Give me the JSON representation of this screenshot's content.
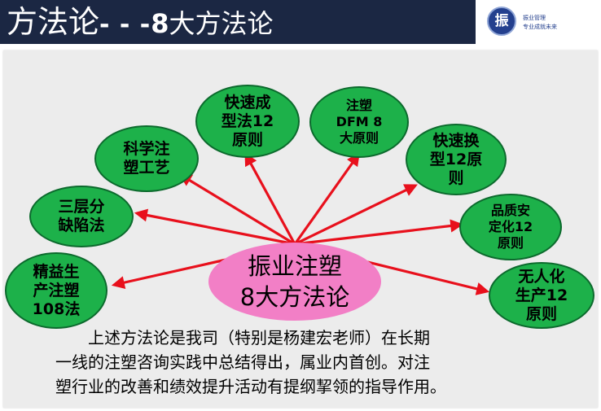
{
  "header": {
    "title_main": "方法论",
    "title_dashes": "- - -",
    "title_num": "8",
    "title_sub": "大方法论",
    "logo_glyph": "振",
    "logo_line1": "振业管理",
    "logo_line2": "专业成就未来"
  },
  "center": {
    "label": "振业注塑\n8大方法论"
  },
  "nodes": [
    {
      "label": "精益生\n产注塑\n108法"
    },
    {
      "label": "三层分\n缺陷法"
    },
    {
      "label": "科学注\n塑工艺"
    },
    {
      "label": "快速成\n型法12\n原则"
    },
    {
      "label": "注塑\nDFM 8\n大原则"
    },
    {
      "label": "快速换\n型12原\n则"
    },
    {
      "label": "品质安\n定化12\n原则"
    },
    {
      "label": "无人化\n生产12\n原则"
    }
  ],
  "description": {
    "line1": "上述方法论是我司（特别是杨建宏老师）在长期",
    "line2": "一线的注塑咨询实践中总结得出，属业内首创。对注",
    "line3": "塑行业的改善和绩效提升活动有提纲挈领的指导作用。"
  },
  "colors": {
    "header_bg": "#1b2743",
    "node_fill": "#1db14a",
    "center_fill": "#f27fc6",
    "arrow": "#e8101c"
  }
}
